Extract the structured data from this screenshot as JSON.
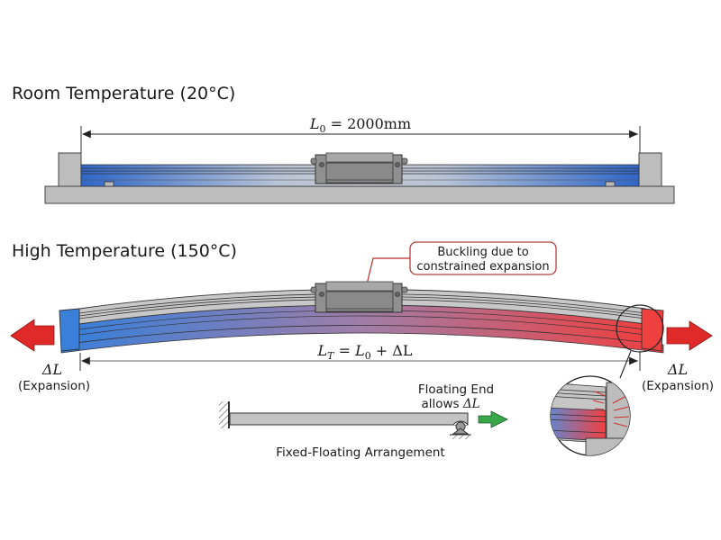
{
  "room": {
    "title": "Room Temperature (20°C)",
    "dimension": {
      "symbol": "L",
      "sub": "0",
      "rest": " = 2000mm"
    },
    "gradient_color": "#2f66c8"
  },
  "high": {
    "title": "High Temperature (150°C)",
    "callout": {
      "line1": "Buckling due to",
      "line2": "constrained expansion",
      "border_color": "#b04040"
    },
    "dimension": {
      "symbol": "L",
      "sub": "T",
      "eq": " = ",
      "symbol2": "L",
      "sub2": "0",
      "rest": " + ΔL"
    },
    "left_delta": {
      "symbol": "ΔL",
      "note": "(Expansion)"
    },
    "right_delta": {
      "symbol": "ΔL",
      "note": "(Expansion)"
    },
    "cold_color": "#3a7fd9",
    "hot_color": "#ef4040",
    "arrow_color": "#e02a2a"
  },
  "inset": {
    "floating_line1": "Floating End",
    "floating_line2": "allows ",
    "floating_delta": "ΔL",
    "caption": "Fixed-Floating Arrangement",
    "arrow_color": "#3aa64a"
  }
}
